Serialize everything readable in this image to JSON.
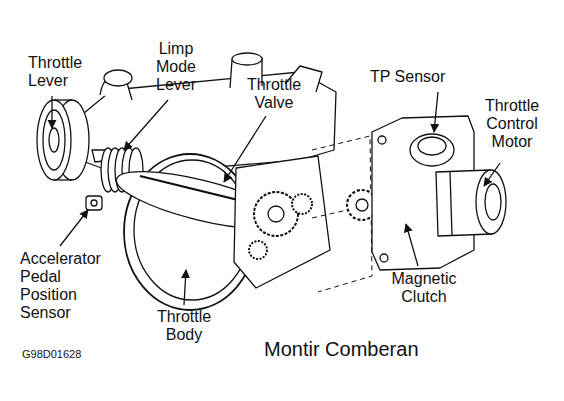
{
  "diagram": {
    "labels": [
      "Throttle Lever",
      "Limp Mode Lever",
      "Throttle Valve",
      "TP Sensor",
      "Throttle Control Motor",
      "Accelerator Pedal Position Sensor",
      "Throttle Body",
      "Magnetic Clutch",
      "G98D01628",
      "Montir Comberan"
    ]
  }
}
